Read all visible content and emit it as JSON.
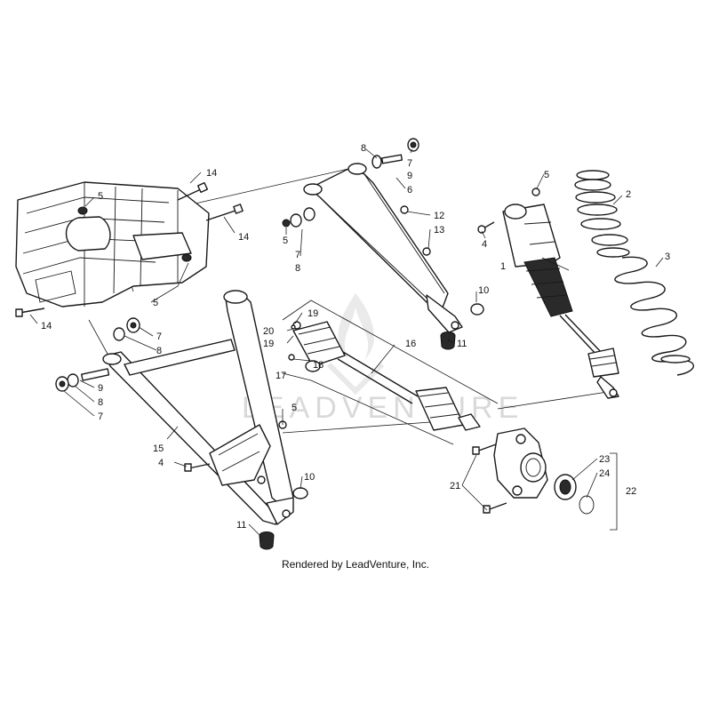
{
  "watermark": "LEADVENTURE",
  "credit": "Rendered by LeadVenture, Inc.",
  "callouts": [
    {
      "id": "c-14a",
      "text": "14"
    },
    {
      "id": "c-5a",
      "text": "5"
    },
    {
      "id": "c-14b",
      "text": "14"
    },
    {
      "id": "c-14c",
      "text": "14"
    },
    {
      "id": "c-5b",
      "text": "5"
    },
    {
      "id": "c-8a",
      "text": "8"
    },
    {
      "id": "c-7a",
      "text": "7"
    },
    {
      "id": "c-9a",
      "text": "9"
    },
    {
      "id": "c-6",
      "text": "6"
    },
    {
      "id": "c-12",
      "text": "12"
    },
    {
      "id": "c-13",
      "text": "13"
    },
    {
      "id": "c-5c",
      "text": "5"
    },
    {
      "id": "c-7b",
      "text": "7"
    },
    {
      "id": "c-8b",
      "text": "8"
    },
    {
      "id": "c-10a",
      "text": "10"
    },
    {
      "id": "c-11a",
      "text": "11"
    },
    {
      "id": "c-5d",
      "text": "5"
    },
    {
      "id": "c-4a",
      "text": "4"
    },
    {
      "id": "c-1",
      "text": "1"
    },
    {
      "id": "c-2",
      "text": "2"
    },
    {
      "id": "c-3",
      "text": "3"
    },
    {
      "id": "c-19a",
      "text": "19"
    },
    {
      "id": "c-20",
      "text": "20"
    },
    {
      "id": "c-19b",
      "text": "19"
    },
    {
      "id": "c-16",
      "text": "16"
    },
    {
      "id": "c-18",
      "text": "18"
    },
    {
      "id": "c-17",
      "text": "17"
    },
    {
      "id": "c-7c",
      "text": "7"
    },
    {
      "id": "c-8c",
      "text": "8"
    },
    {
      "id": "c-9b",
      "text": "9"
    },
    {
      "id": "c-8d",
      "text": "8"
    },
    {
      "id": "c-7d",
      "text": "7"
    },
    {
      "id": "c-5e",
      "text": "5"
    },
    {
      "id": "c-15",
      "text": "15"
    },
    {
      "id": "c-4b",
      "text": "4"
    },
    {
      "id": "c-10b",
      "text": "10"
    },
    {
      "id": "c-11b",
      "text": "11"
    },
    {
      "id": "c-21",
      "text": "21"
    },
    {
      "id": "c-23",
      "text": "23"
    },
    {
      "id": "c-24",
      "text": "24"
    },
    {
      "id": "c-22",
      "text": "22"
    }
  ]
}
